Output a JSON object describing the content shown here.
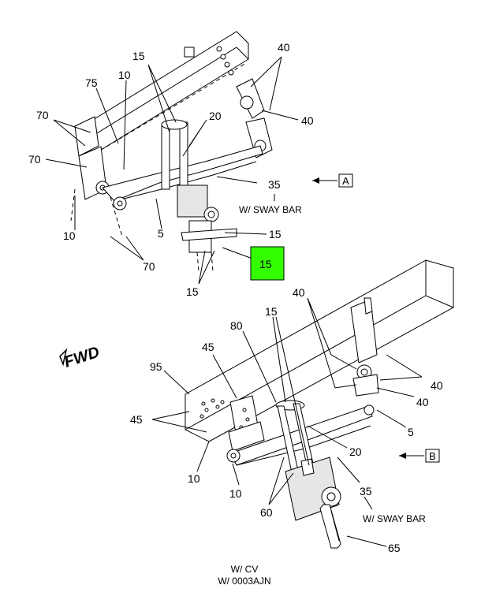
{
  "callouts": {
    "top_15_a": "15",
    "top_75": "75",
    "top_10_a": "10",
    "top_70_a": "70",
    "top_20": "20",
    "top_40_a": "40",
    "top_40_b": "40",
    "top_70_b": "70",
    "top_35": "35",
    "top_10_b": "10",
    "top_5": "5",
    "top_15_b": "15",
    "top_70_c": "70",
    "top_15_highlight": "15",
    "top_15_c": "15",
    "bot_15": "15",
    "bot_40_a": "40",
    "bot_80": "80",
    "bot_45_a": "45",
    "bot_95": "95",
    "bot_40_b": "40",
    "bot_40_c": "40",
    "bot_45_b": "45",
    "bot_5": "5",
    "bot_20": "20",
    "bot_10_a": "10",
    "bot_10_b": "10",
    "bot_35": "35",
    "bot_60": "60",
    "bot_65": "65"
  },
  "notes": {
    "top_sway_bar": "W/ SWAY BAR",
    "bot_sway_bar": "W/ SWAY BAR",
    "cv": "W/ CV",
    "code": "W/ 0003AJN"
  },
  "view_labels": {
    "a": "A",
    "b": "B"
  },
  "direction": {
    "fwd": "FWD"
  },
  "colors": {
    "highlight": "#33ff00",
    "line": "#000000"
  }
}
